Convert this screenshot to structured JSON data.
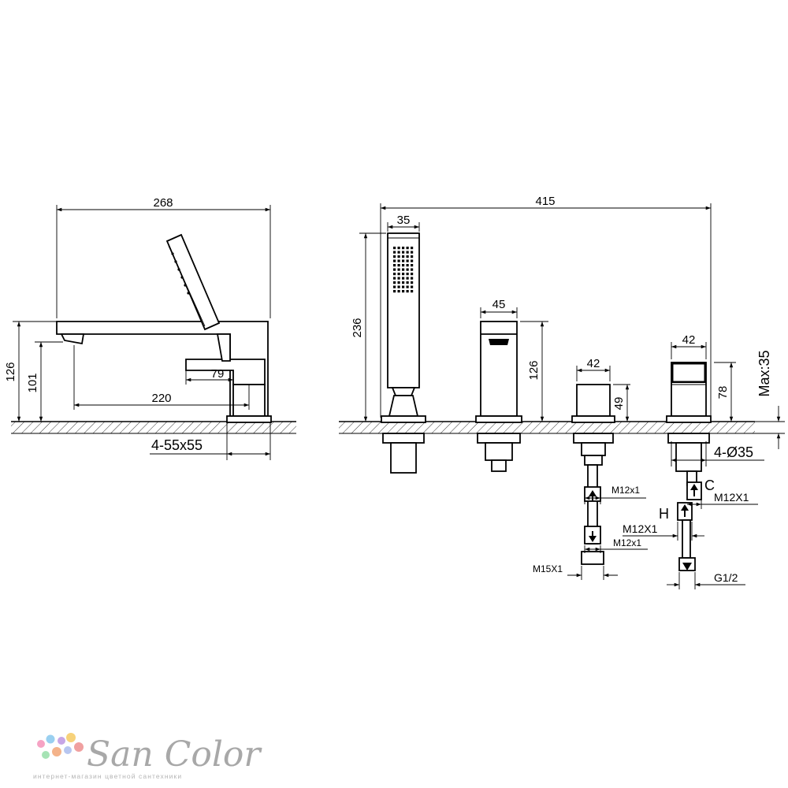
{
  "dimensions": {
    "total_width_left": "268",
    "height_total_left": "126",
    "height_spout_left": "101",
    "spout_reach": "220",
    "lever_width": "79",
    "base_size": "4-55x55",
    "total_width_right": "415",
    "handshower_width": "35",
    "handshower_height": "236",
    "spout_width": "45",
    "spout_height": "126",
    "valve_width_1": "42",
    "valve_height_1": "49",
    "valve_width_2": "42",
    "valve_height_2": "78",
    "deck_thickness": "Max:35",
    "hole_diameter": "4-Ø35",
    "thread_1": "M12x1",
    "thread_2": "M12x1",
    "thread_3": "M15X1",
    "thread_4": "M12X1",
    "thread_5": "M12X1",
    "thread_6": "G1/2",
    "cold_label": "C",
    "hot_label": "H"
  },
  "logo": {
    "name": "San Color",
    "tagline": "интернет-магазин цветной сантехники",
    "dot_colors": [
      "#f6a3c4",
      "#9ad0f0",
      "#c7a6e6",
      "#f7d27a",
      "#a6e3b5",
      "#f4b38a",
      "#b7c6f0",
      "#f0a0a0"
    ]
  }
}
